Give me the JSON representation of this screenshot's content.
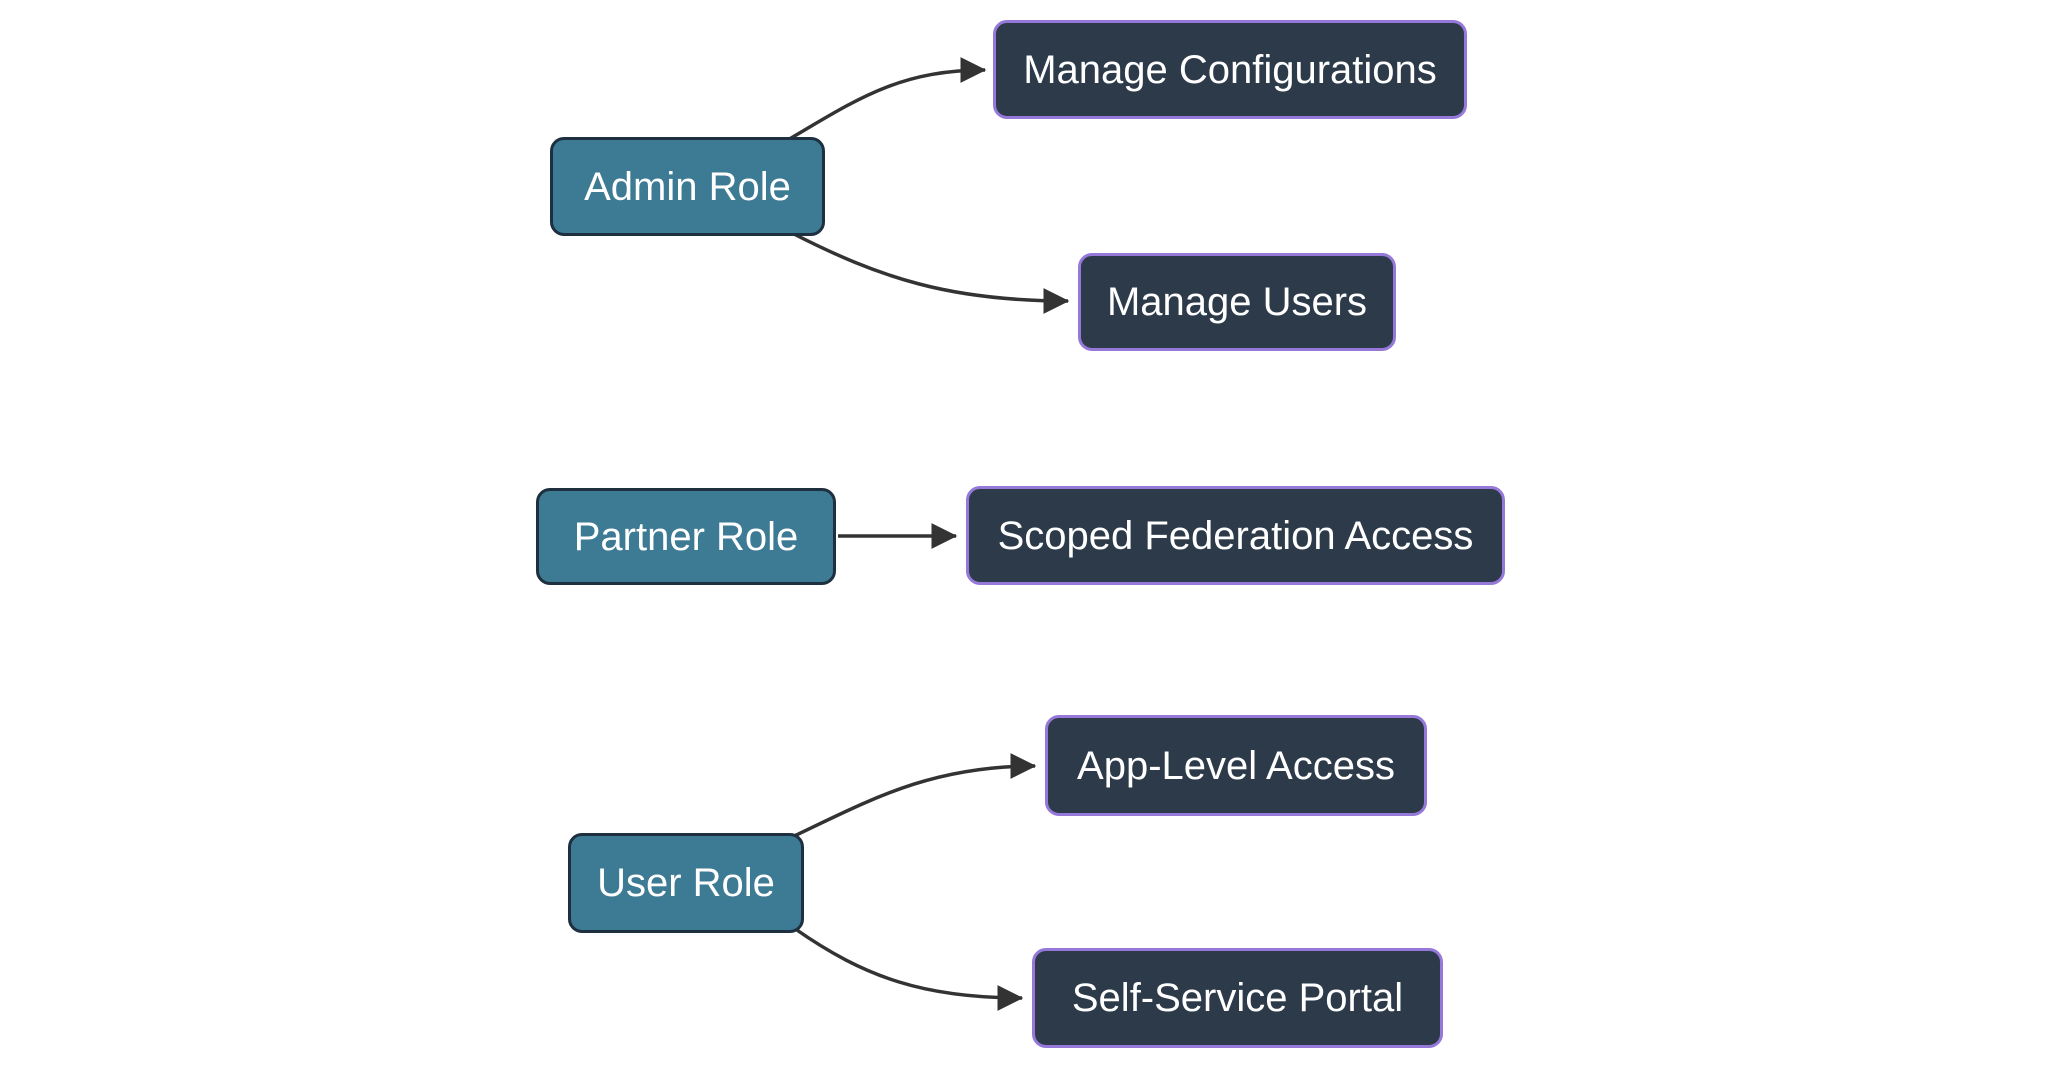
{
  "diagram": {
    "type": "flowchart-left-to-right",
    "background_color": "#ffffff",
    "colors": {
      "role_node_fill": "#3d7a93",
      "role_node_border": "#1e3040",
      "capability_node_fill": "#2c3a49",
      "capability_node_border": "#9678d9",
      "edge_stroke": "#333333",
      "node_text": "#ffffff"
    },
    "nodes": {
      "admin": {
        "label": "Admin Role",
        "kind": "role"
      },
      "manage_configurations": {
        "label": "Manage Configurations",
        "kind": "capability"
      },
      "manage_users": {
        "label": "Manage Users",
        "kind": "capability"
      },
      "partner": {
        "label": "Partner Role",
        "kind": "role"
      },
      "scoped_federation_access": {
        "label": "Scoped Federation Access",
        "kind": "capability"
      },
      "user": {
        "label": "User Role",
        "kind": "role"
      },
      "app_level_access": {
        "label": "App-Level Access",
        "kind": "capability"
      },
      "self_service_portal": {
        "label": "Self-Service Portal",
        "kind": "capability"
      }
    },
    "edges": [
      {
        "from": "Admin Role",
        "to": "Manage Configurations",
        "arrow": "triangle"
      },
      {
        "from": "Admin Role",
        "to": "Manage Users",
        "arrow": "triangle"
      },
      {
        "from": "Partner Role",
        "to": "Scoped Federation Access",
        "arrow": "triangle"
      },
      {
        "from": "User Role",
        "to": "App-Level Access",
        "arrow": "triangle"
      },
      {
        "from": "User Role",
        "to": "Self-Service Portal",
        "arrow": "triangle"
      }
    ]
  }
}
